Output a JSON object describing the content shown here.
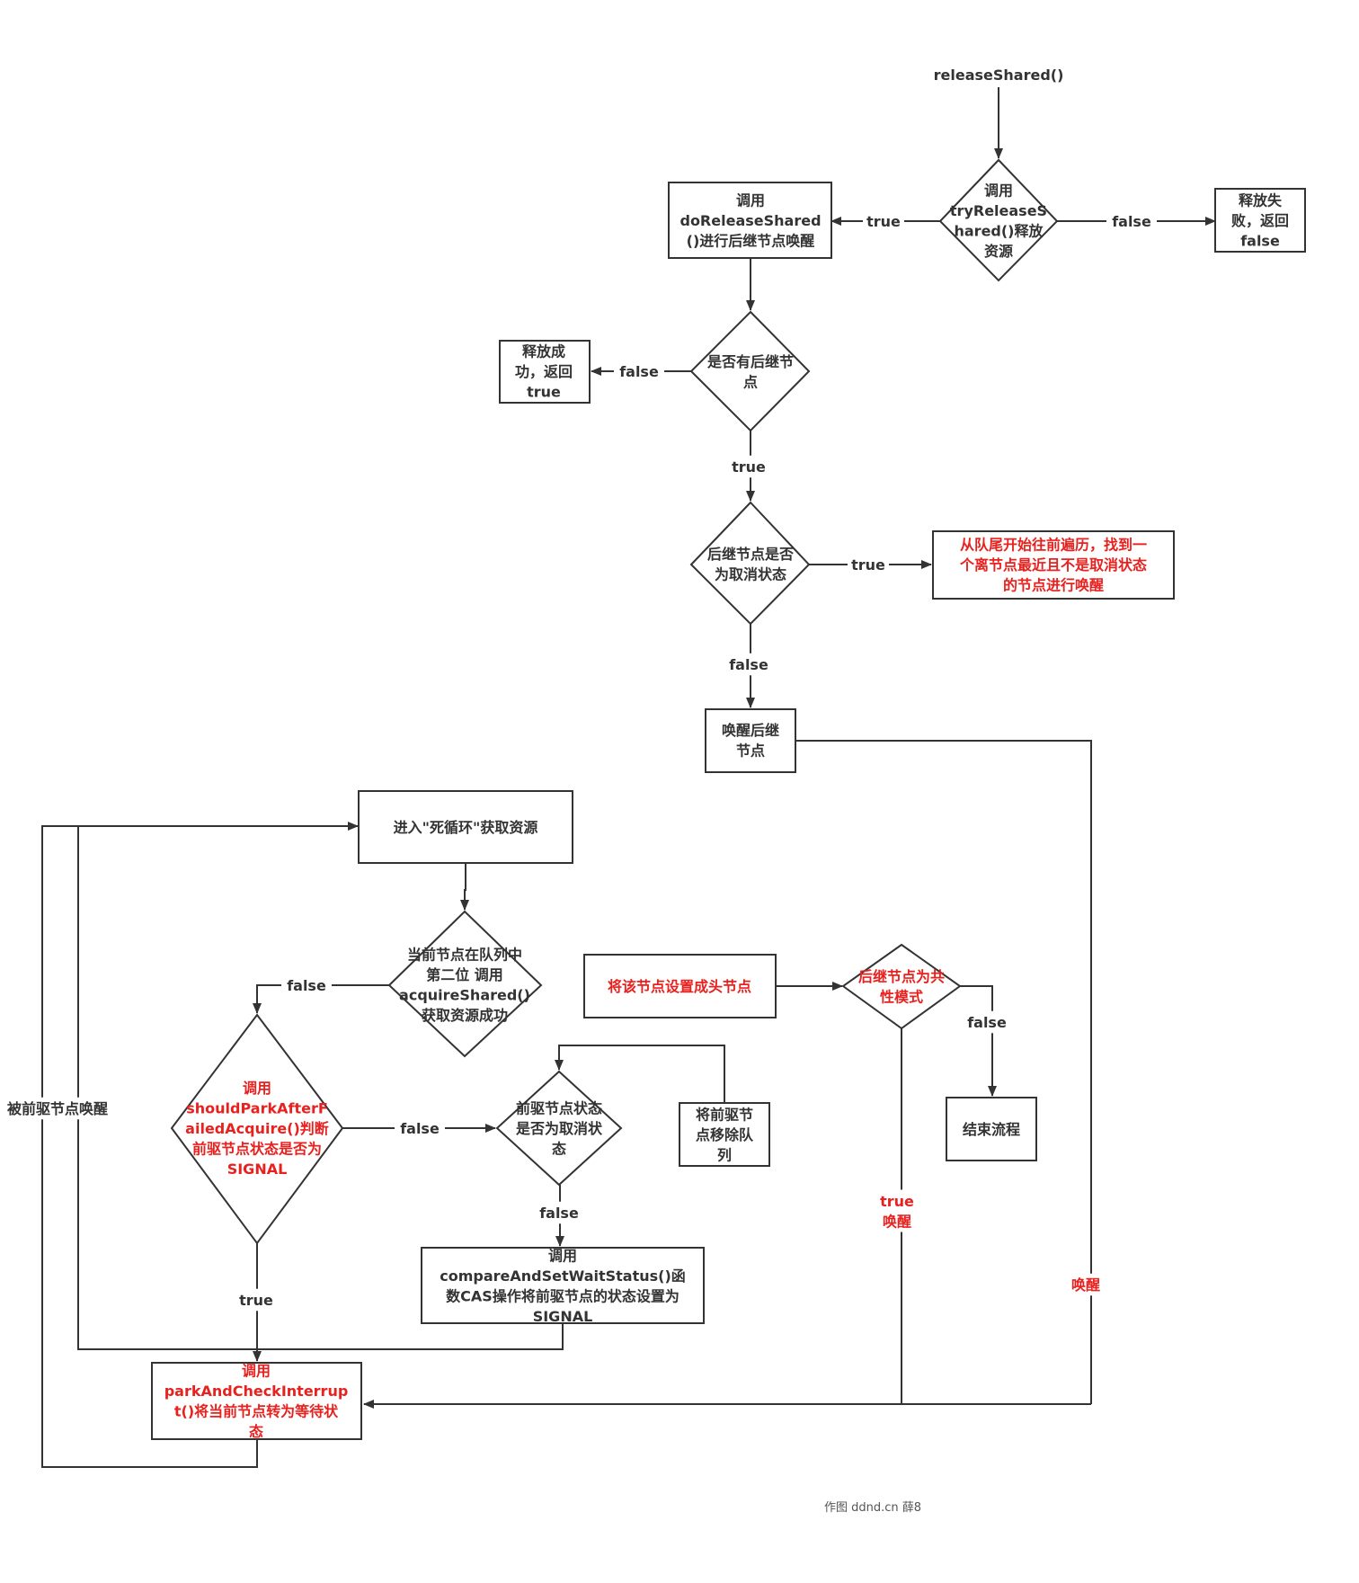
{
  "colors": {
    "line": "#333333",
    "red_text": "#e8211f",
    "background": "#ffffff"
  },
  "nodes": {
    "start": {
      "lines": [
        "releaseShared()"
      ]
    },
    "try_release": {
      "lines": [
        "调用",
        "tryReleaseS",
        "hared()释放",
        "资源"
      ]
    },
    "do_release": {
      "lines": [
        "调用",
        "doReleaseShared",
        "()进行后继节点唤醒"
      ]
    },
    "release_fail": {
      "lines": [
        "释放失",
        "败，返回",
        "false"
      ]
    },
    "has_successor": {
      "lines": [
        "是否有后继节",
        "点"
      ]
    },
    "release_success": {
      "lines": [
        "释放成",
        "功，返回",
        "true"
      ]
    },
    "successor_cancelled": {
      "lines": [
        "后继节点是否",
        "为取消状态"
      ]
    },
    "traverse_from_tail": {
      "lines": [
        "从队尾开始往前遍历，找到一",
        "个离节点最近且不是取消状态",
        "的节点进行唤醒"
      ]
    },
    "wake_successor": {
      "lines": [
        "唤醒后继",
        "节点"
      ]
    },
    "enter_loop": {
      "lines": [
        "进入\"死循环\"获取资源"
      ]
    },
    "second_in_queue": {
      "lines": [
        "当前节点在队列中",
        "第二位 调用",
        "acquireShared()",
        "获取资源成功"
      ]
    },
    "set_head": {
      "lines": [
        "将该节点设置成头节点"
      ]
    },
    "successor_shared": {
      "lines": [
        "后继节点为共",
        "性模式"
      ]
    },
    "end_flow": {
      "lines": [
        "结束流程"
      ]
    },
    "should_park": {
      "lines": [
        "调用",
        "shouldParkAfterF",
        "ailedAcquire()判断",
        "前驱节点状态是否为",
        "SIGNAL"
      ]
    },
    "pred_cancelled": {
      "lines": [
        "前驱节点状态",
        "是否为取消状",
        "态"
      ]
    },
    "remove_pred": {
      "lines": [
        "将前驱节",
        "点移除队",
        "列"
      ]
    },
    "cas_wait_status": {
      "lines": [
        "调用",
        "compareAndSetWaitStatus()函",
        "数CAS操作将前驱节点的状态设置为",
        "SIGNAL"
      ]
    },
    "park_and_check": {
      "lines": [
        "调用",
        "parkAndCheckInterrup",
        "t()将当前节点转为等待状",
        "态"
      ]
    }
  },
  "edge_labels": {
    "try_true": "true",
    "try_false": "false",
    "has_false": "false",
    "has_true": "true",
    "cancel_true": "true",
    "cancel_false": "false",
    "second_false": "false",
    "shared_false": "false",
    "shared_true": [
      "true",
      "唤醒"
    ],
    "wake_link": "唤醒",
    "park_false": "false",
    "pred_false": "false",
    "park_true": "true",
    "woken_by_pred": "被前驱节点唤醒"
  },
  "credit": "作图 ddnd.cn 薛8"
}
